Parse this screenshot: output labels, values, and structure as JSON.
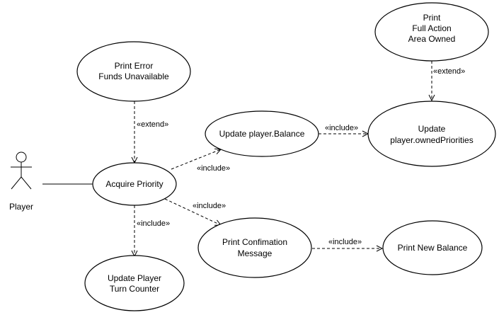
{
  "actor": {
    "name": "Player"
  },
  "use_cases": {
    "print_full_action": [
      "Print",
      "Full Action",
      "Area Owned"
    ],
    "print_error": [
      "Print Error",
      "Funds Unavailable"
    ],
    "update_balance": [
      "Update player.Balance"
    ],
    "update_owned_priorities": [
      "Update",
      "player.ownedPriorities"
    ],
    "acquire_priority": [
      "Acquire Priority"
    ],
    "print_confirmation": [
      "Print Confimation",
      "Message"
    ],
    "print_new_balance": [
      "Print New Balance"
    ],
    "update_turn_counter": [
      "Update Player",
      "Turn Counter"
    ]
  },
  "relations": {
    "extend_full_action": "«extend»",
    "extend_error": "«extend»",
    "include_balance": "«include»",
    "include_owned": "«include»",
    "include_confirmation": "«include»",
    "include_new_balance": "«include»",
    "include_turn_counter": "«include»"
  }
}
